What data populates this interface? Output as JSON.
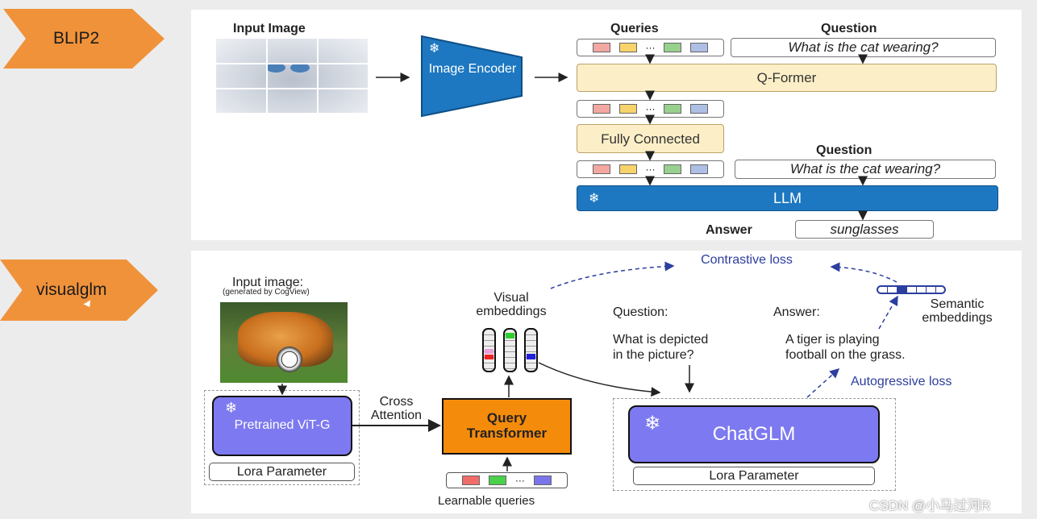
{
  "blip2": {
    "tag": "BLIP2",
    "input_image_label": "Input Image",
    "image_encoder": "Image Encoder",
    "queries_label": "Queries",
    "question_label_1": "Question",
    "question_text_1": "What is the cat wearing?",
    "qformer": "Q-Former",
    "fully_connected": "Fully Connected",
    "question_label_2": "Question",
    "question_text_2": "What is the cat wearing?",
    "llm": "LLM",
    "answer_label": "Answer",
    "answer_text": "sunglasses"
  },
  "visualglm": {
    "tag": "visualglm",
    "input_image_label": "Input image:",
    "input_image_sub": "(generated by CogView)",
    "vit": "Pretrained ViT-G",
    "lora_left": "Lora Parameter",
    "cross_attention": "Cross Attention",
    "query_transformer": "Query Transformer",
    "learnable_queries": "Learnable queries",
    "visual_embeddings": "Visual embeddings",
    "contrastive_loss": "Contrastive loss",
    "question_label": "Question:",
    "question_text_1": "What is depicted",
    "question_text_2": "in the picture?",
    "answer_label": "Answer:",
    "answer_text_1": "A tiger is playing",
    "answer_text_2": "football on the grass.",
    "semantic_embeddings": "Semantic embeddings",
    "autoregressive_loss": "Autogressive loss",
    "chatglm": "ChatGLM",
    "lora_right": "Lora Parameter"
  },
  "watermark": "CSDN @小马过河R",
  "colors": {
    "tag": "#f0923a",
    "llm_blue": "#1d78c1",
    "purple": "#7d79f0",
    "orange_box": "#f58b0b",
    "cream": "#fcefc7",
    "dashed_blue": "#2c3e9e"
  }
}
